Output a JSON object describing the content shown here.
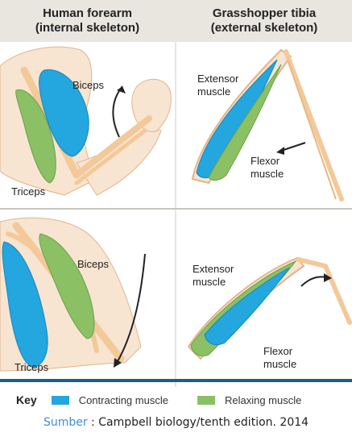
{
  "headers": {
    "left_line1": "Human forearm",
    "left_line2": "(internal skeleton)",
    "right_line1": "Grasshopper tibia",
    "right_line2": "(external skeleton)"
  },
  "labels": {
    "biceps": "Biceps",
    "triceps": "Triceps",
    "extensor_line1": "Extensor",
    "extensor_line2": "muscle",
    "flexor_line1": "Flexor",
    "flexor_line2": "muscle"
  },
  "key": {
    "title": "Key",
    "contracting": "Contracting muscle",
    "relaxing": "Relaxing muscle"
  },
  "source": {
    "word": "Sumber",
    "text": " : Campbell biology/tenth edition. 2014"
  },
  "colors": {
    "contracting": "#24a6df",
    "relaxing": "#8cc065",
    "bone": "#f3c99a",
    "skin": "#f7e4d1",
    "header_bg": "#e8e6df",
    "key_rule": "#1a5f84",
    "source_link": "#3d8fd1"
  }
}
